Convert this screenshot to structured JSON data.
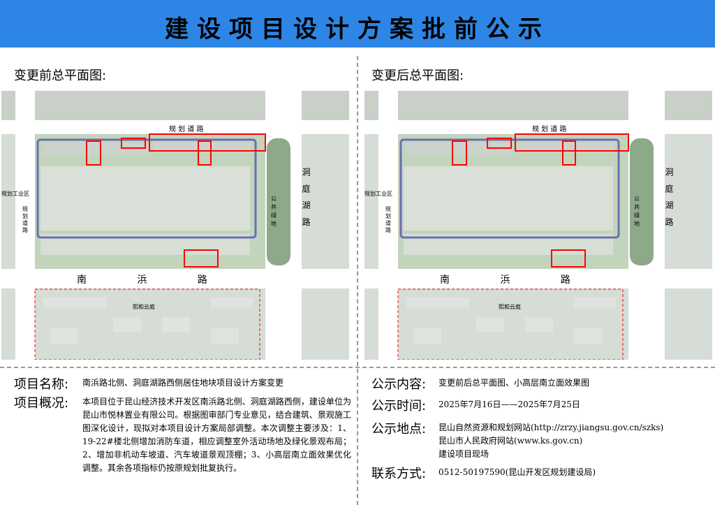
{
  "header": {
    "title": "建设项目设计方案批前公示",
    "bg_color": "#2d86e6"
  },
  "before": {
    "label": "变更前总平面图:",
    "map": {
      "road_north": "规 划 道 路",
      "road_east": "洞 庭 湖 路",
      "road_south": "南 浜 路",
      "road_west": "规划道路",
      "zone_west": "规划工业区",
      "green": "公共绿地",
      "community": "熙和云庭"
    }
  },
  "after": {
    "label": "变更后总平面图:",
    "map": {
      "road_north": "规 划 道 路",
      "road_east": "洞 庭 湖 路",
      "road_south": "南 浜 路",
      "road_west": "规划道路",
      "zone_west": "规划工业区",
      "green": "公共绿地",
      "community": "熙和云庭"
    }
  },
  "project": {
    "name_label": "项目名称:",
    "name_value": "南浜路北侧、洞庭湖路西侧居住地块项目设计方案变更",
    "overview_label": "项目概况:",
    "overview_value": "本项目位于昆山经济技术开发区南浜路北侧、洞庭湖路西侧，建设单位为昆山市悦林置业有限公司。根据图审部门专业意见，结合建筑、景观施工图深化设计，现拟对本项目设计方案局部调整。本次调整主要涉及：1、19-22#楼北侧增加消防车道，相应调整室外活动场地及绿化景观布局；2、增加非机动车坡道、汽车坡道景观顶棚；3、小高层南立面效果优化调整。其余各项指标仍按原规划批复执行。"
  },
  "notice": {
    "content_label": "公示内容:",
    "content_value": "变更前后总平面图、小高层南立面效果图",
    "time_label": "公示时间:",
    "time_value": "2025年7月16日——2025年7月25日",
    "place_label": "公示地点:",
    "place_lines": [
      "昆山自然资源和规划网站(http://zrzy.jiangsu.gov.cn/szks)",
      "昆山市人民政府网站(www.ks.gov.cn)",
      "建设项目现场"
    ],
    "contact_label": "联系方式:",
    "contact_value": "0512-50197590(昆山开发区规划建设局)"
  },
  "colors": {
    "road": "#ffffff",
    "ground": "#d6dcd6",
    "grass": "#c3d4bd",
    "green_band": "#8ea88a",
    "block": "#e4e6e2",
    "highlight": "#ff0000",
    "path": "#6a6fb0"
  }
}
